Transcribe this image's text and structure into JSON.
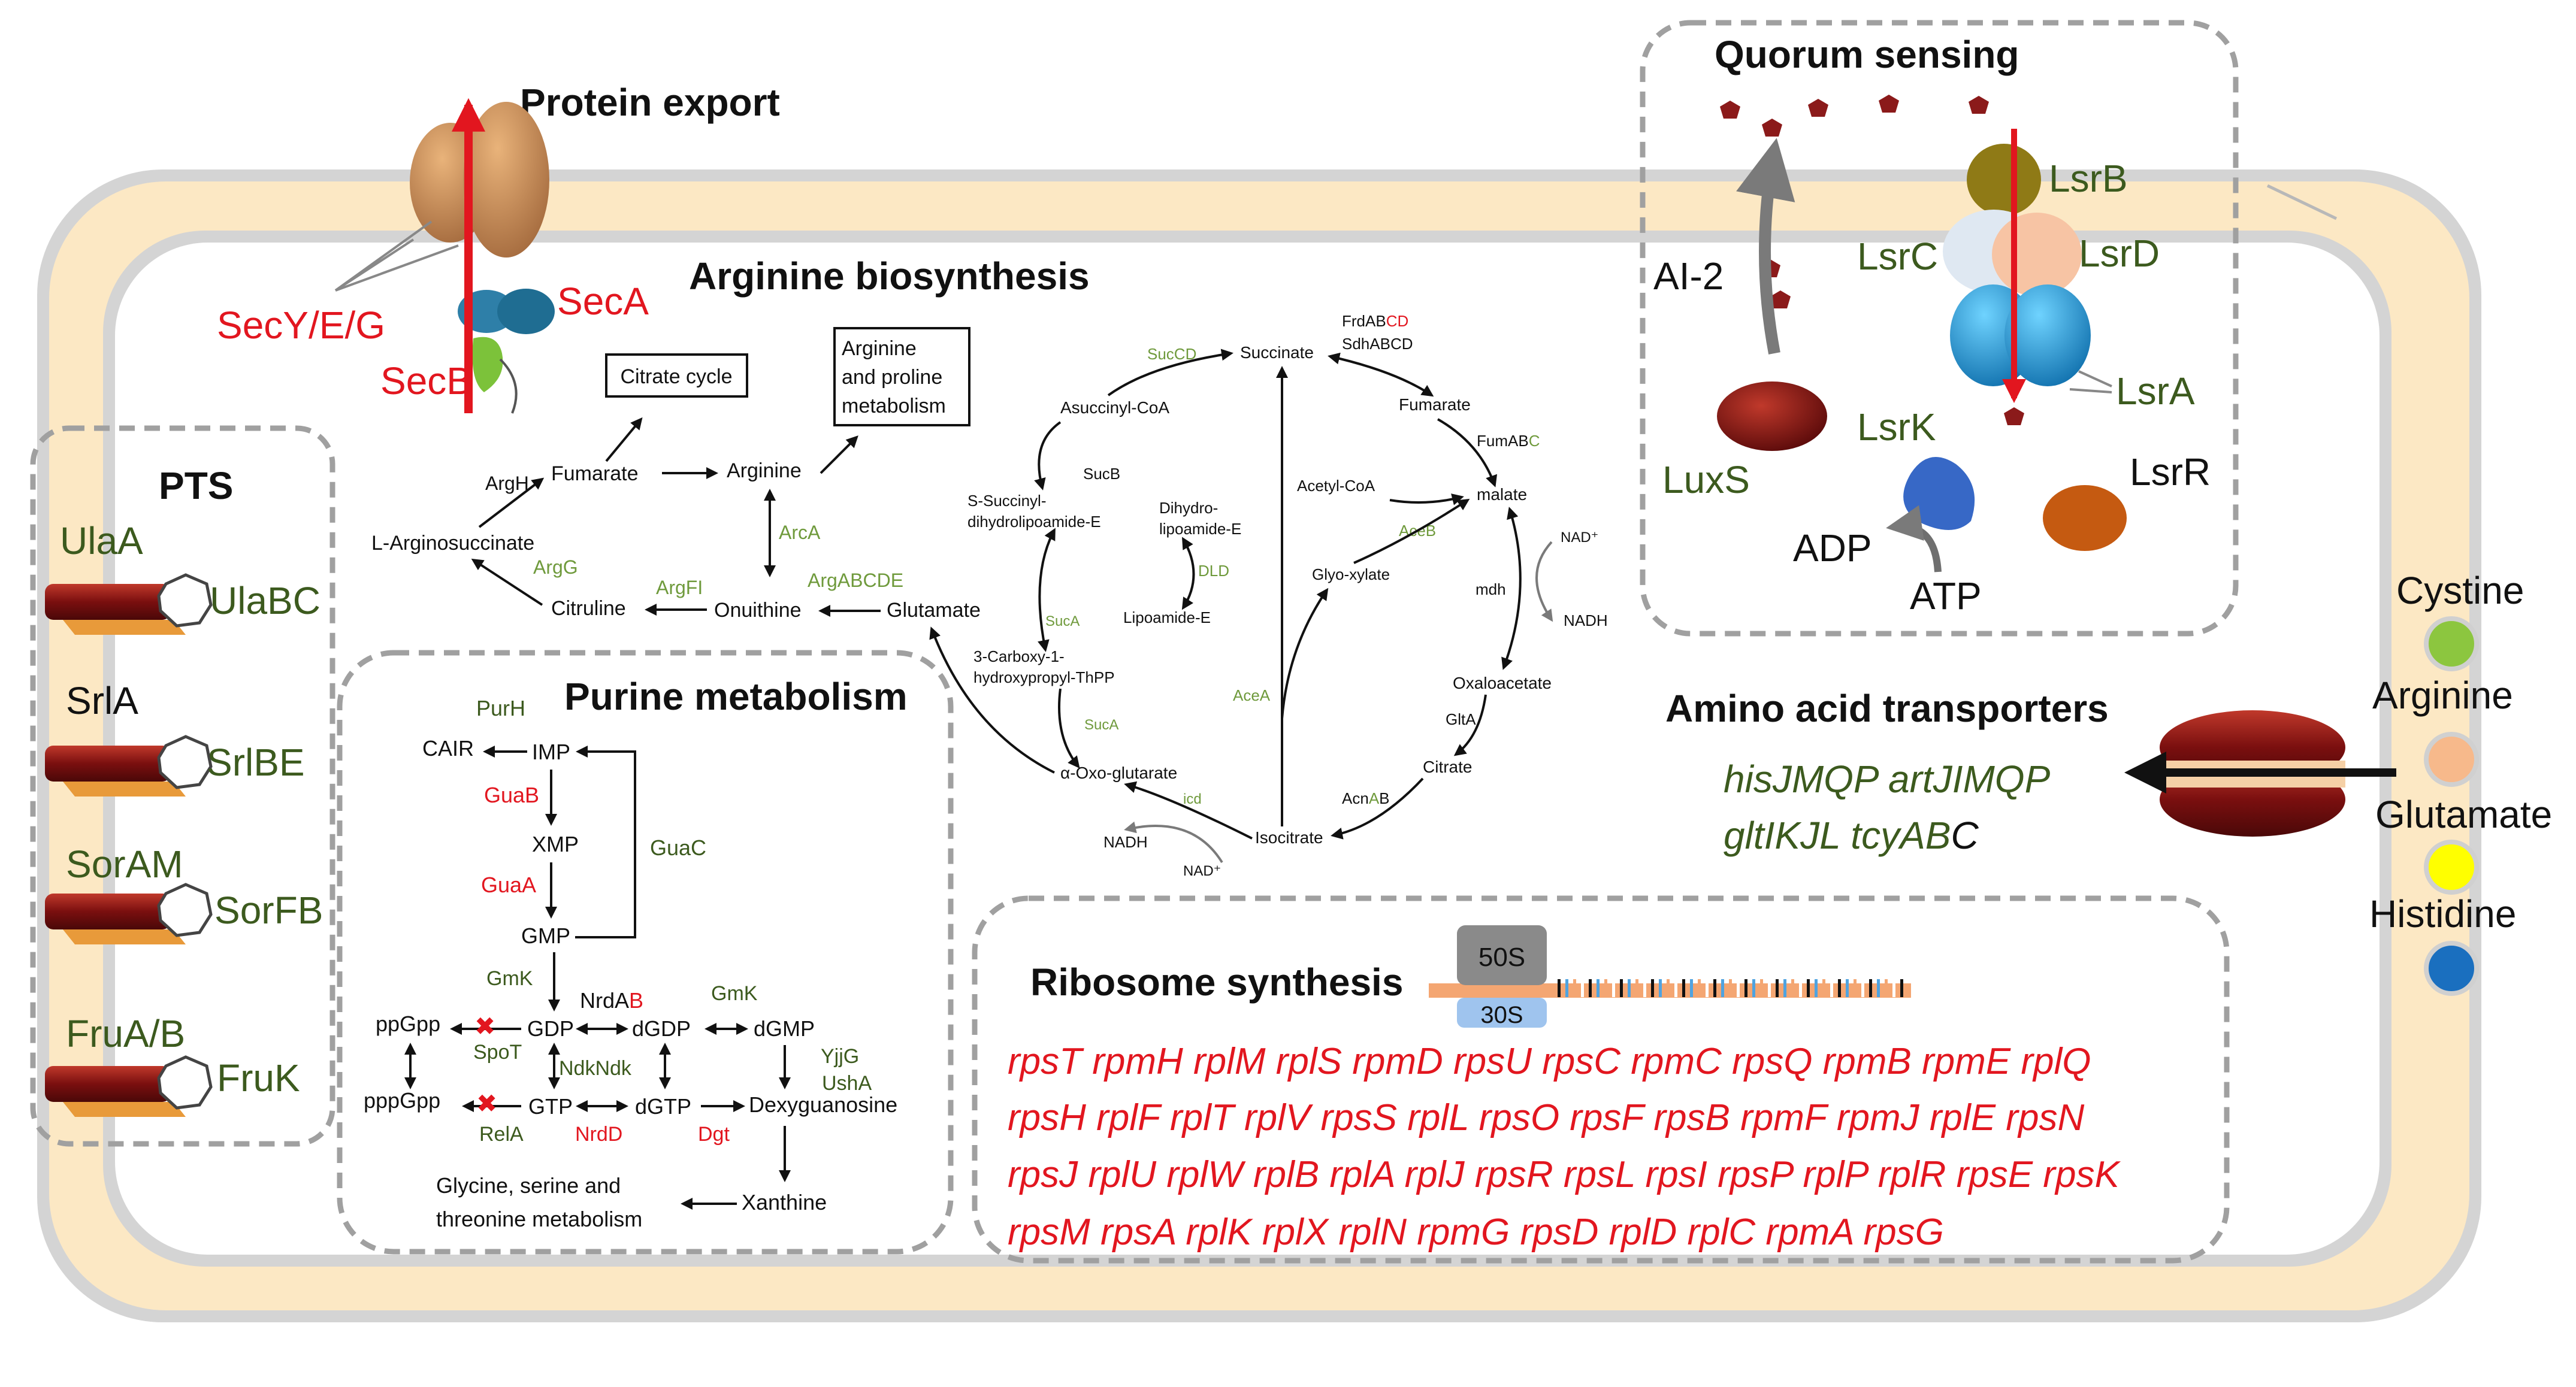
{
  "colors": {
    "periplasm": "#fce8c4",
    "membrane": "#d9d9d9",
    "cytoplasm": "#ffffff",
    "green_text": "#3c5a1e",
    "light_green_text": "#6f9a3c",
    "red_text": "#e2161f",
    "dashed_border": "#a0a0a0",
    "cystine": "#8cc63f",
    "arginine": "#f7b98b",
    "glutamate": "#ffff00",
    "histidine": "#1a6fbf",
    "autoinducer": "#8b1a1a"
  },
  "protein_export": {
    "title": "Protein export",
    "secyeg": "SecY/E/G",
    "seca": "SecA",
    "secb": "SecB"
  },
  "arginine": {
    "title": "Arginine biosynthesis",
    "citrate_cycle_box": "Citrate cycle",
    "arg_pro_box": [
      "Arginine",
      "and proline",
      "metabolism"
    ],
    "argh": "ArgH",
    "fumarate": "Fumarate",
    "arginine": "Arginine",
    "arginosuccinate": "L-Arginosuccinate",
    "arca": "ArcA",
    "argg": "ArgG",
    "argfi": "ArgFI",
    "argabcde": "ArgABCDE",
    "citruline": "Citruline",
    "onuithine": "Onuithine",
    "glutamate": "Glutamate"
  },
  "tca": {
    "succinate": "Succinate",
    "frd_prefix": "Frd",
    "frd_ab": "AB",
    "frd_cd": "CD",
    "sdhabcd": "SdhABCD",
    "succd": "SucCD",
    "asuccinyl_coa": "Asuccinyl-CoA",
    "fumarate": "Fumarate",
    "fumab": "FumAB",
    "fumc": "C",
    "sucb": "SucB",
    "s_succinyl": [
      "S-Succinyl-",
      "dihydrolipoamide-E"
    ],
    "dihydro": [
      "Dihydro-",
      "lipoamide-E"
    ],
    "acetyl_coa": "Acetyl-CoA",
    "malate": "malate",
    "aceb": "AceB",
    "nad_plus": "NAD⁺",
    "nadh": "NADH",
    "dld": "DLD",
    "glyoxylate": "Glyo-xylate",
    "mdh": "mdh",
    "suca_1": "SucA",
    "lipoamide": "Lipoamide-E",
    "carboxy": [
      "3-Carboxy-1-",
      "hydroxypropyl-ThPP"
    ],
    "acea": "AceA",
    "oxaloacetate": "Oxaloacetate",
    "suca_2": "SucA",
    "glta": "GltA",
    "oxo_glutarate": "α-Oxo-glutarate",
    "icd": "icd",
    "acnab": "AcnAB",
    "acn_a": "Acn",
    "acn_b": "A",
    "acn_c": "B",
    "citrate": "Citrate",
    "nadh_2": "NADH",
    "isocitrate": "Isocitrate",
    "nad_plus_2": "NAD⁺"
  },
  "quorum": {
    "title": "Quorum sensing",
    "lsrb": "LsrB",
    "lsrc": "LsrC",
    "lsrd": "LsrD",
    "ai2": "AI-2",
    "lsra": "LsrA",
    "luxs": "LuxS",
    "lsrk": "LsrK",
    "lsrr": "LsrR",
    "adp": "ADP",
    "atp": "ATP"
  },
  "pts": {
    "title": "PTS",
    "rows": [
      {
        "left": "UlaA",
        "right": "UlaBC",
        "left_color": "#3c5a1e"
      },
      {
        "left": "SrlA",
        "right": "SrlBE",
        "left_color": "#111111"
      },
      {
        "left": "SorAM",
        "right": "SorFB",
        "left_color": "#3c5a1e"
      },
      {
        "left": "FruA/B",
        "right": "FruK",
        "left_color": "#3c5a1e"
      }
    ]
  },
  "amino_acids": {
    "title": "Amino acid transporters",
    "genes_line1": "hisJMQP  artJIMQP",
    "genes_line2a": "gltIKJL  tcyAB",
    "genes_line2b": "C",
    "legend": [
      {
        "name": "Cystine",
        "color": "#8cc63f"
      },
      {
        "name": "Arginine",
        "color": "#f7b98b"
      },
      {
        "name": "Glutamate",
        "color": "#ffff00"
      },
      {
        "name": "Histidine",
        "color": "#1a6fbf"
      }
    ]
  },
  "purine": {
    "title": "Purine metabolism",
    "purh": "PurH",
    "cair": "CAIR",
    "imp": "IMP",
    "guab": "GuaB",
    "xmp": "XMP",
    "guac": "GuaC",
    "guaa": "GuaA",
    "gmp": "GMP",
    "gmk": "GmK",
    "nrdab_a": "NrdA",
    "nrdab_b": "B",
    "gmk2": "GmK",
    "ppgpp": "ppGpp",
    "gdp": "GDP",
    "dgdp": "dGDP",
    "dgmp": "dGMP",
    "spot": "SpoT",
    "ndkndk": "NdkNdk",
    "yjjg": "YjjG",
    "usha": "UshA",
    "pppgpp": "pppGpp",
    "gtp": "GTP",
    "dgtp": "dGTP",
    "dexyguanosine": "Dexyguanosine",
    "rela": "RelA",
    "nrdd": "NrdD",
    "dgt": "Dgt",
    "glycine": [
      "Glycine, serine and",
      "threonine metabolism"
    ],
    "xanthine": "Xanthine"
  },
  "ribosome": {
    "title": "Ribosome synthesis",
    "s50": "50S",
    "s30": "30S",
    "genes": [
      "rpsT rpmH rplM rplS rpmD rpsU rpsC rpmC rpsQ rpmB rpmE rplQ",
      "rpsH rplF rplT rplV rpsS rplL rpsO rpsF rpsB rpmF rpmJ rplE rpsN",
      "rpsJ rplU rplW rplB rplA rplJ rpsR rpsL rpsI rpsP rplP rplR rpsE rpsK",
      "rpsM rpsA rplK rplX rplN rpmG rpsD rplD rplC rpmA rpsG"
    ]
  }
}
